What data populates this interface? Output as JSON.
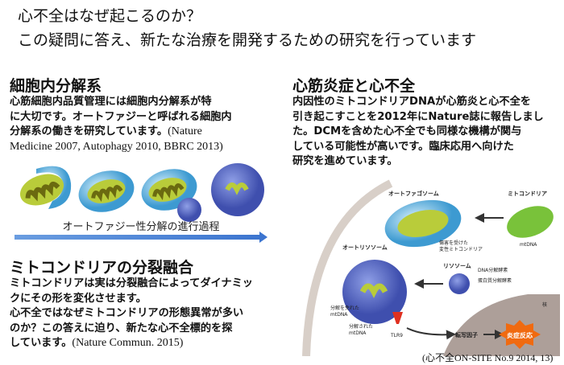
{
  "title": {
    "line1": "心不全はなぜ起こるのか？",
    "line2": "この疑問に答え、新たな治療を開発するための研究を行っています"
  },
  "left_top": {
    "heading": "細胞内分解系",
    "lines": [
      "心筋細胞内品質管理には細胞内分解系が特",
      "に大切です。オートファジーと呼ばれる細胞内",
      "分解系の働きを研究しています。"
    ],
    "ref1": "(Nature",
    "ref2": "Medicine 2007, Autophagy 2010, BBRC 2013)",
    "arrow_label": "オートファジー性分解の進行過程"
  },
  "left_bottom": {
    "heading": "ミトコンドリアの分裂融合",
    "lines": [
      "ミトコンドリアは実は分裂融合によってダイナミッ",
      "クにその形を変化させます。",
      "心不全ではなぜミトコンドリアの形態異常が多い",
      "のか？この答えに迫り、新たな心不全標的を探",
      "しています。"
    ],
    "ref": "(Nature Commun. 2015)"
  },
  "right": {
    "heading": "心筋炎症と心不全",
    "lines": [
      "内因性のミトコンドリアDNAが心筋炎と心不全を",
      "引き起こすことを2012年にNature誌に報告しまし",
      "た。DCMを含めた心不全でも同様な機構が関与",
      "している可能性が高いです。臨床応用へ向けた",
      "研究を進めています。"
    ],
    "diagram": {
      "autophagosome": "オートファゴソーム",
      "mitochondria": "ミトコンドリア",
      "mtdna": "mtDNA",
      "damaged1": "傷害を受けた",
      "damaged2": "変性ミトコンドリア",
      "autolysosome": "オートリソソーム",
      "lysosome": "リソソーム",
      "dnase": "DNA分解酵素",
      "protease": "蛋白質分解酵素",
      "escaped1": "分解を免れた",
      "escaped2": "mtDNA",
      "degraded1": "分解された",
      "degraded2": "mtDNA",
      "tlr9": "TLR9",
      "nucleus": "核",
      "tf": "転写因子",
      "inflammation": "炎症反応"
    },
    "citation": "(心不全ON-SITE No.9 2014, 13)"
  }
}
